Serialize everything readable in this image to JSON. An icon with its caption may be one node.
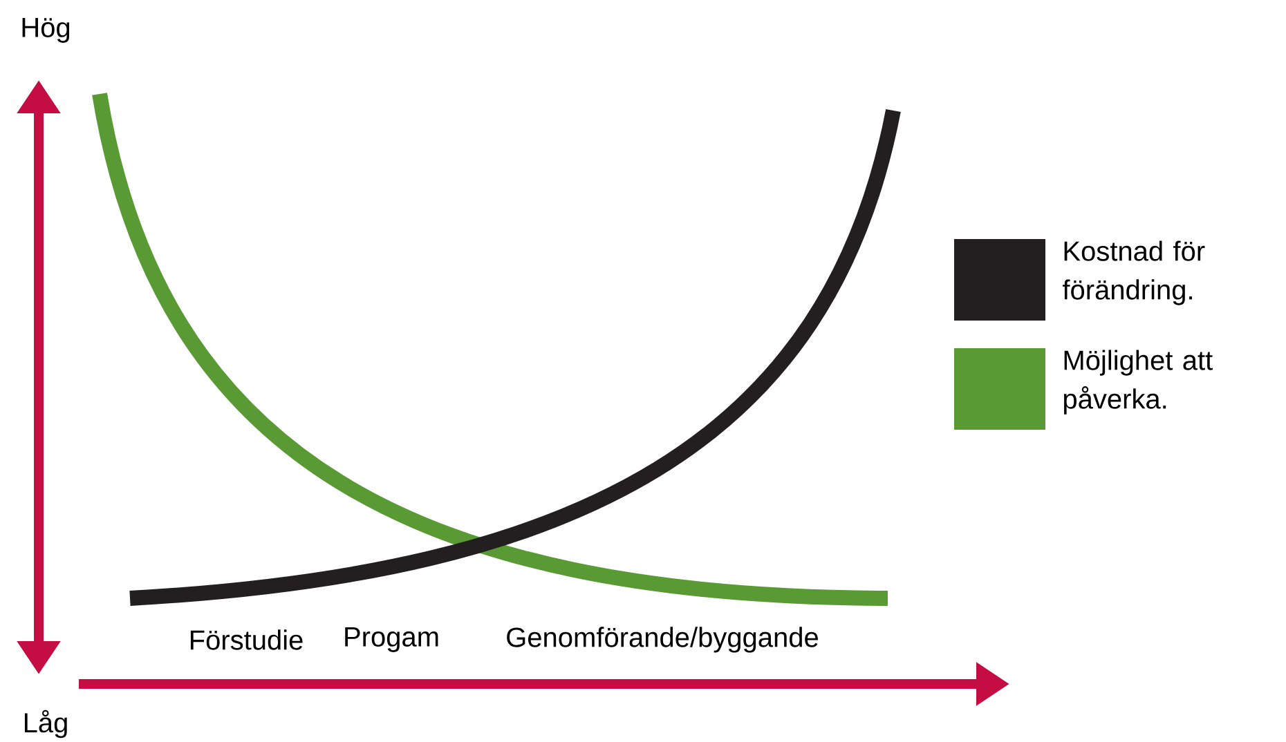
{
  "diagram": {
    "labels": [
      "Hög",
      "Låg",
      "Förstudie",
      "Progam",
      "Genomförande/byggande"
    ],
    "legend": [
      {
        "text": "Kostnad för förändring.",
        "color": "#231f20"
      },
      {
        "text": "Möjlighet att påverka.",
        "color": "#5a9a35"
      }
    ]
  }
}
